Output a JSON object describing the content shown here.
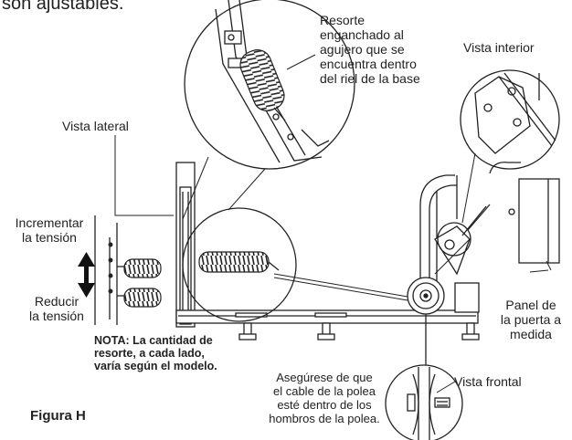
{
  "header": {
    "top_text": "son ajustables."
  },
  "labels": {
    "resorte": [
      "Resorte",
      "enganchado al",
      "agujero que se",
      "encuentra dentro",
      "del riel de la base"
    ],
    "vista_interior": "Vista interior",
    "vista_lateral": "Vista lateral",
    "incrementar": [
      "Incrementar",
      "la tensión"
    ],
    "reducir": [
      "Reducir",
      "la tensión"
    ],
    "nota": {
      "lead": "NOTA",
      "rest": [
        ": La cantidad de",
        "resorte, a cada lado,",
        "varía según el modelo."
      ]
    },
    "panel": [
      "Panel de",
      "la puerta a",
      "medida"
    ],
    "asegurese": [
      "Asegúrese de que",
      "el cable de la polea",
      "esté dentro de los",
      "hombros de la polea."
    ],
    "vista_frontal": "Vista frontal",
    "figura": "Figura H"
  },
  "icons": [
    "double-arrow-icon"
  ]
}
